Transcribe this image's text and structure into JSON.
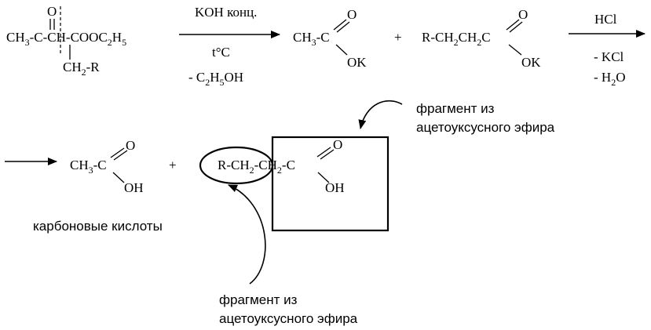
{
  "reactant": {
    "carbonyl_o": "O",
    "part1": "CH",
    "part1_sub": "3",
    "part2": "-C-CH-COOC",
    "part2_sub": "2",
    "part3": "H",
    "part3_sub": "5",
    "side_chain": "CH",
    "side_chain_sub": "2",
    "side_chain_tail": "-R"
  },
  "step1": {
    "reagent": "KOH конц.",
    "temperature": "t°C",
    "byproduct_prefix": "- C",
    "byproduct_sub1": "2",
    "byproduct_mid": "H",
    "byproduct_sub2": "5",
    "byproduct_tail": "OH"
  },
  "salt1": {
    "base": "CH",
    "base_sub": "3",
    "carbon": "-C",
    "oxygen": "O",
    "potassium": "OK"
  },
  "plus1": "+",
  "salt2": {
    "part1": "R-CH",
    "sub1": "2",
    "part2": "CH",
    "sub2": "2",
    "part3": "C",
    "oxygen": "O",
    "potassium": "OK"
  },
  "step2": {
    "reagent": "HCl",
    "byproduct1": "- KCl",
    "byproduct2_prefix": "- H",
    "byproduct2_sub": "2",
    "byproduct2_tail": "O"
  },
  "acid1": {
    "base": "CH",
    "base_sub": "3",
    "carbon": "-C",
    "oxygen": "O",
    "hydroxyl": "OH"
  },
  "plus2": "+",
  "acid2": {
    "part1": "R-CH",
    "sub1": "2",
    "part2": "-CH",
    "sub2": "2",
    "part3": "-C",
    "oxygen": "O",
    "hydroxyl": "OH"
  },
  "caption_products": "карбоновые  кислоты",
  "annotation_top": {
    "line1": "фрагмент из",
    "line2": "ацетоуксусного эфира"
  },
  "annotation_bottom": {
    "line1": "фрагмент из",
    "line2": "ацетоуксусного эфира"
  }
}
